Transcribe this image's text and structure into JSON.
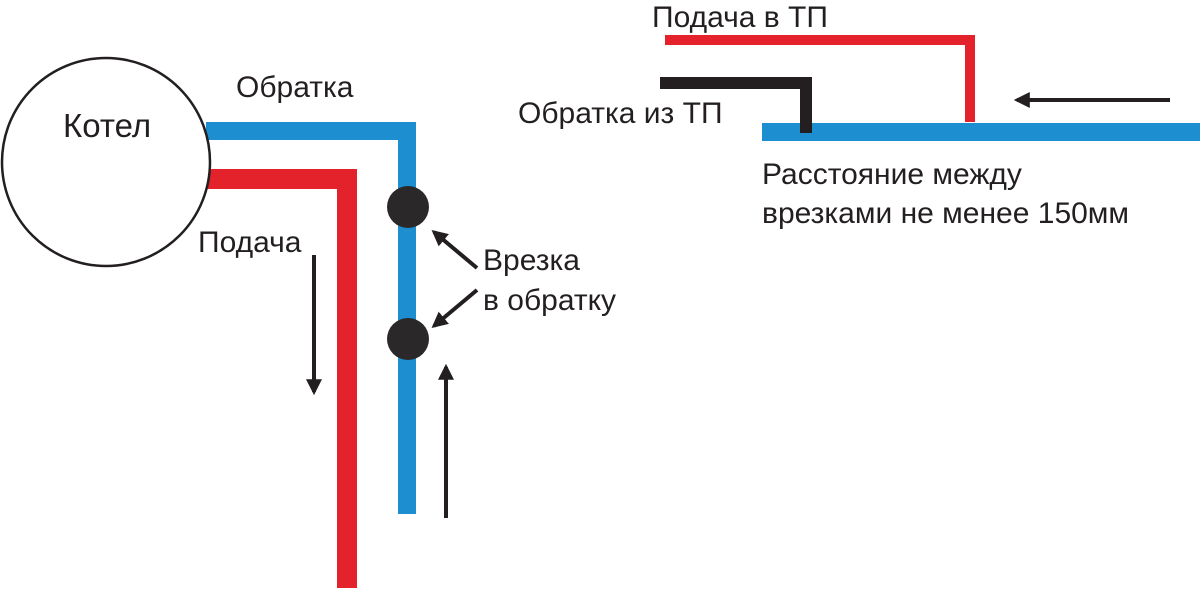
{
  "labels": {
    "boiler": "Котел",
    "return": "Обратка",
    "supply": "Подача",
    "tap_line1": "Врезка",
    "tap_line2": "в обратку",
    "supply_to_tp": "Подача в ТП",
    "return_from_tp": "Обратка из ТП",
    "distance_line1": "Расстояние между",
    "distance_line2": "врезками не менее 150мм"
  },
  "colors": {
    "supply_pipe": "#e3222b",
    "return_pipe": "#1d8fd1",
    "tp_return_pipe": "#231f20",
    "arrow": "#231f20",
    "tap_point": "#2b2829",
    "outline": "#231f20"
  }
}
